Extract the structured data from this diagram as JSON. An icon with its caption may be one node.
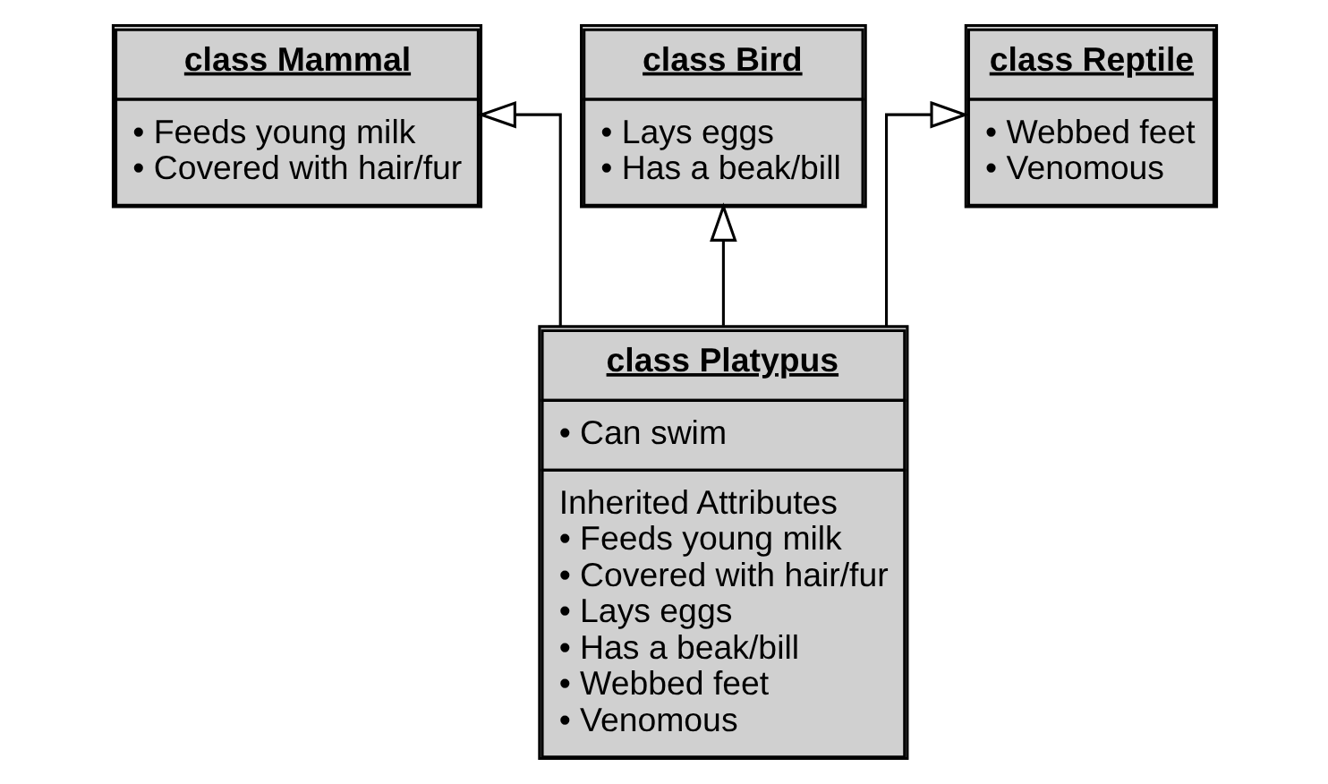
{
  "diagram": {
    "nodes": [
      {
        "text": [
          "class Mammal",
          "• Feeds young milk",
          "• Covered with hair/fur"
        ]
      },
      {
        "text": [
          "class Bird",
          "• Lays eggs",
          "• Has a beak/bill"
        ]
      },
      {
        "text": [
          "class Reptile",
          "• Webbed feet",
          "• Venomous"
        ]
      },
      {
        "text": [
          "class Platypus",
          "• Can swim",
          "Inherited Attributes",
          "• Feeds young milk",
          "• Covered with hair/fur",
          "• Lays eggs",
          "• Has a beak/bill",
          "• Webbed feet",
          "• Venomous"
        ]
      }
    ],
    "edges": [
      {
        "from": 3,
        "to": 0,
        "arrow": "to"
      },
      {
        "from": 3,
        "to": 1,
        "arrow": "to"
      },
      {
        "from": 3,
        "to": 2,
        "arrow": "to"
      }
    ]
  }
}
